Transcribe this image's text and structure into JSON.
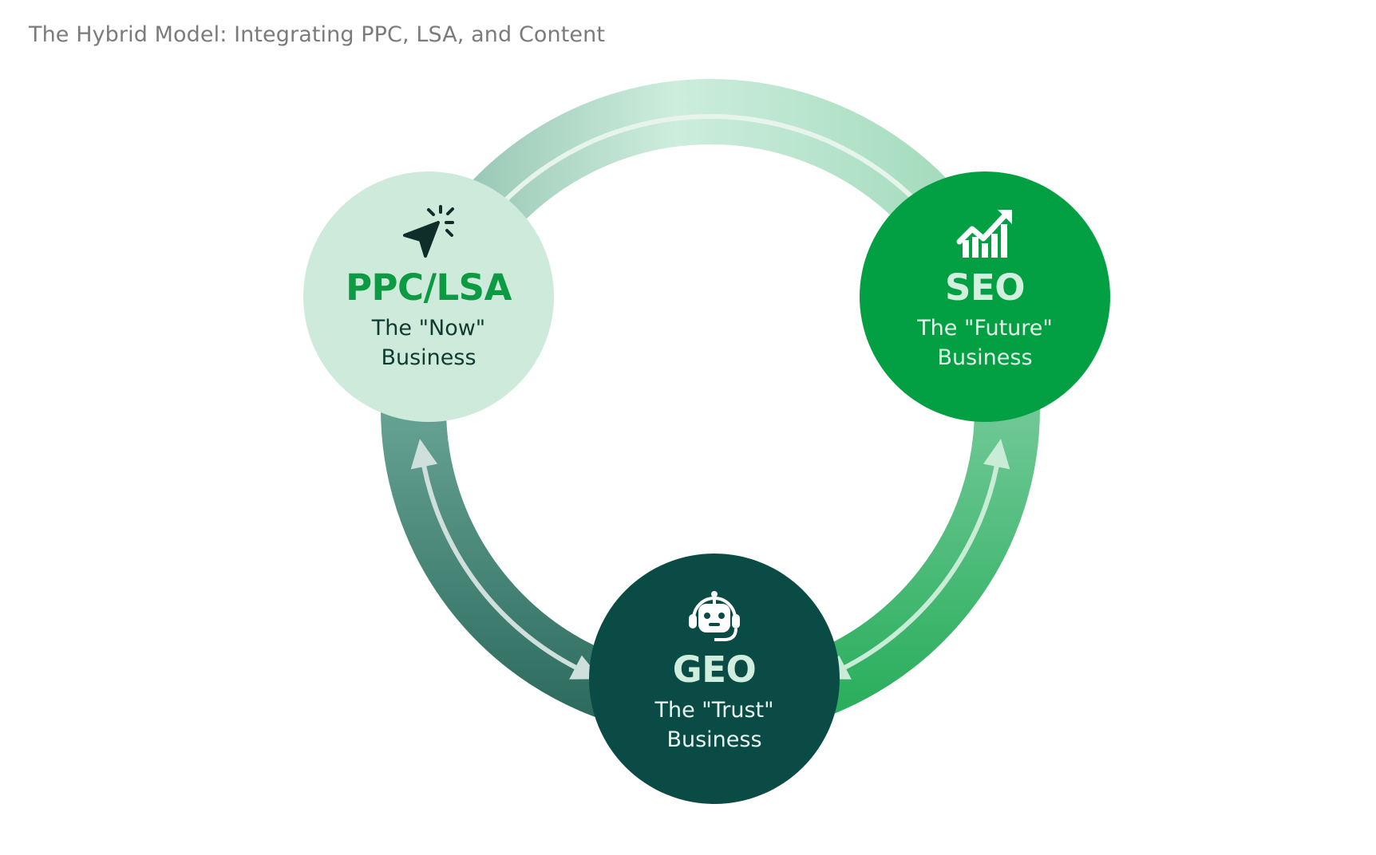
{
  "title": "The Hybrid Model: Integrating PPC, LSA, and Content",
  "nodes": {
    "ppc": {
      "icon": "cursor-click-icon",
      "label": "PPC/LSA",
      "sub_line1": "The \"Now\"",
      "sub_line2": "Business"
    },
    "seo": {
      "icon": "growth-chart-icon",
      "label": "SEO",
      "sub_line1": "The \"Future\"",
      "sub_line2": "Business"
    },
    "geo": {
      "icon": "robot-headset-icon",
      "label": "GEO",
      "sub_line1": "The \"Trust\"",
      "sub_line2": "Business"
    }
  },
  "connections": [
    {
      "from": "PPC/LSA",
      "to": "SEO",
      "direction": "bidirectional"
    },
    {
      "from": "SEO",
      "to": "GEO",
      "direction": "bidirectional"
    },
    {
      "from": "GEO",
      "to": "PPC/LSA",
      "direction": "bidirectional"
    }
  ],
  "colors": {
    "ppc_bg": "#cdeadb",
    "seo_bg": "#02a043",
    "geo_bg": "#0a4c45",
    "accent_green": "#0c9a43"
  }
}
